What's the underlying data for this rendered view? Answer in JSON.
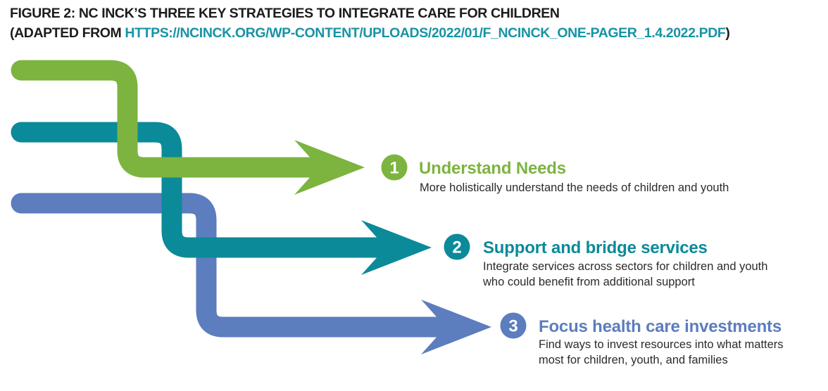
{
  "title": {
    "line1": "FIGURE 2: NC INCK’S THREE KEY STRATEGIES TO INTEGRATE CARE FOR CHILDREN",
    "line2_prefix": "(ADAPTED FROM ",
    "line2_link": "HTTPS://NCINCK.ORG/WP-CONTENT/UPLOADS/2022/01/F_NCINCK_ONE-PAGER_1.4.2022.PDF",
    "line2_suffix": ")"
  },
  "strategies": [
    {
      "number": "1",
      "heading": "Understand Needs",
      "lines": [
        "More holistically understand the needs of children and youth"
      ],
      "color": "#7cb43f"
    },
    {
      "number": "2",
      "heading": "Support and bridge services",
      "lines": [
        "Integrate services across sectors for children and youth",
        "who could benefit from additional support"
      ],
      "color": "#0b8a99"
    },
    {
      "number": "3",
      "heading": "Focus health care investments",
      "lines": [
        "Find ways to invest resources into what matters",
        "most for children, youth, and families"
      ],
      "color": "#5c7dbe"
    }
  ],
  "colors": {
    "green": "#7cb43f",
    "teal": "#0b8a99",
    "blue": "#5c7dbe",
    "link_teal": "#1793a6",
    "text_dark": "#1c1c1c",
    "body_text": "#2b2b2b",
    "badge_number_text": "#ffffff",
    "background": "#ffffff"
  }
}
